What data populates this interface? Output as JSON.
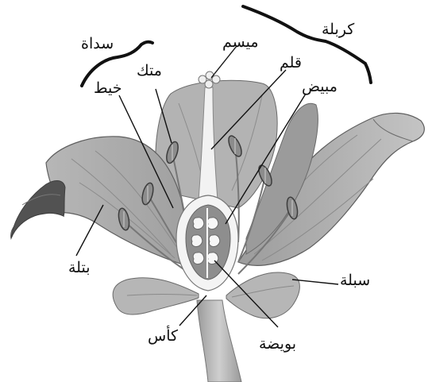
{
  "labels": {
    "carpel": "كربلة",
    "stigma": "ميسم",
    "stamen": "سداة",
    "style": "قلم",
    "anther": "متك",
    "filament": "خيط",
    "ovary": "مبيض",
    "petal": "بتلة",
    "sepal": "سبلة",
    "calyx": "كأس",
    "ovule": "بويضة"
  },
  "colors": {
    "petal_fill": "#a9a9a9",
    "petal_shadow": "#7d7d7d",
    "petal_dark": "#4f4f4f",
    "sepal_fill": "#b4b4b4",
    "stem_fill": "#b9b9b9",
    "style_fill": "#f1f1f1",
    "ovary_wall": "#8f8f8f",
    "ovary_inner": "#fafafa",
    "anther_fill": "#8a8a8a",
    "line": "#111111"
  }
}
